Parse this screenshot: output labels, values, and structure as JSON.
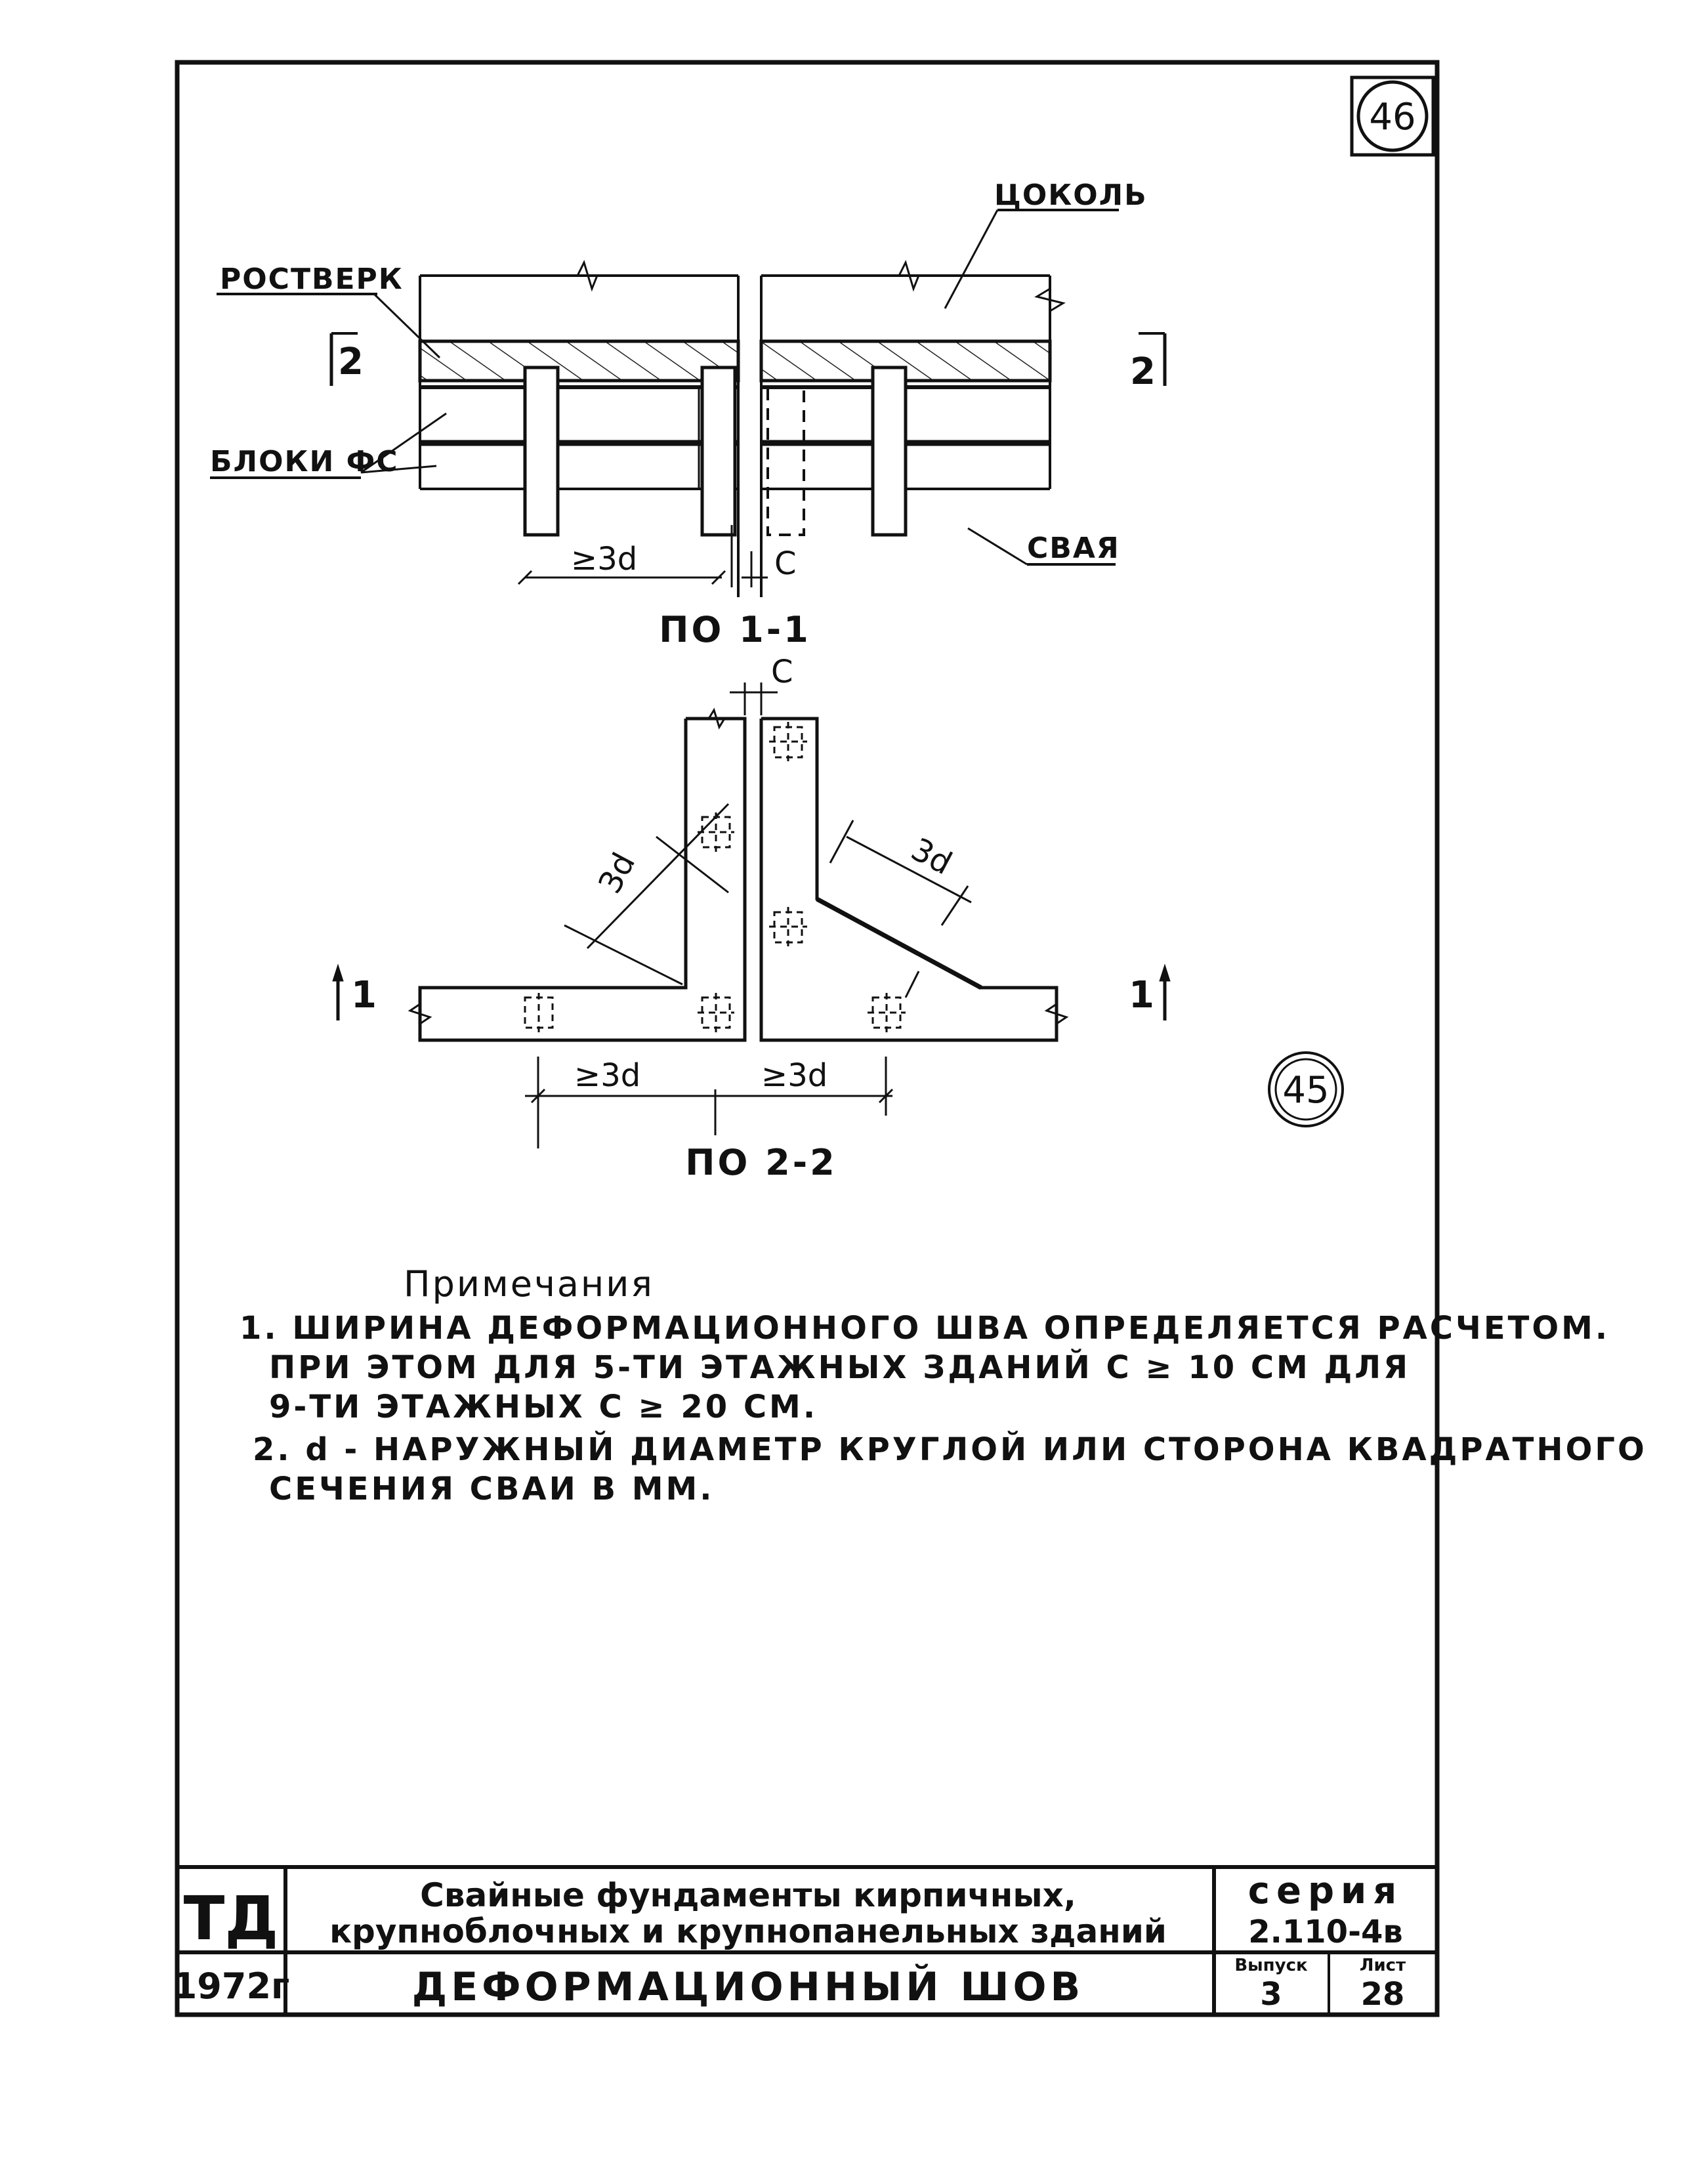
{
  "sheet": {
    "number_top": "46",
    "number_mid": "45"
  },
  "section_1": {
    "label_plinth": "ЦОКОЛЬ",
    "label_grillage": "РОСТВЕРК",
    "label_blocks": "БЛОКИ ФС",
    "label_pile": "СВАЯ",
    "cut_left": "2",
    "cut_right": "2",
    "dim_spacing": "≥3d",
    "dim_gap": "C",
    "caption": "ПО 1-1"
  },
  "section_2": {
    "dim_gap": "C",
    "dim_diag_left": "3d",
    "dim_diag_right": "3d",
    "cut_left": "1",
    "cut_right": "1",
    "dim_bottom_left": "≥3d",
    "dim_bottom_right": "≥3d",
    "caption": "ПО 2-2"
  },
  "notes": {
    "heading": "Примечания",
    "lines": [
      "1. ШИРИНА ДЕФОРМАЦИОННОГО ШВА ОПРЕДЕЛЯЕТСЯ РАСЧЕТОМ.",
      "ПРИ ЭТОМ ДЛЯ 5-ТИ ЭТАЖНЫХ ЗДАНИЙ С ≥ 10 СМ ДЛЯ",
      "9-ТИ ЭТАЖНЫХ С ≥ 20 СМ.",
      "2. d - НАРУЖНЫЙ ДИАМЕТР КРУГЛОЙ ИЛИ СТОРОНА КВАДРАТНОГО",
      "СЕЧЕНИЯ СВАИ В ММ."
    ]
  },
  "title_block": {
    "org": "ТД",
    "year": "1972г",
    "desc_line1": "Свайные фундаменты кирпичных,",
    "desc_line2": "крупноблочных и крупнопанельных зданий",
    "title": "ДЕФОРМАЦИОННЫЙ ШОВ",
    "series_label": "серия",
    "series_code": "2.110-4в",
    "issue_label": "Выпуск",
    "issue_value": "3",
    "sheet_label": "Лист",
    "sheet_value": "28"
  }
}
